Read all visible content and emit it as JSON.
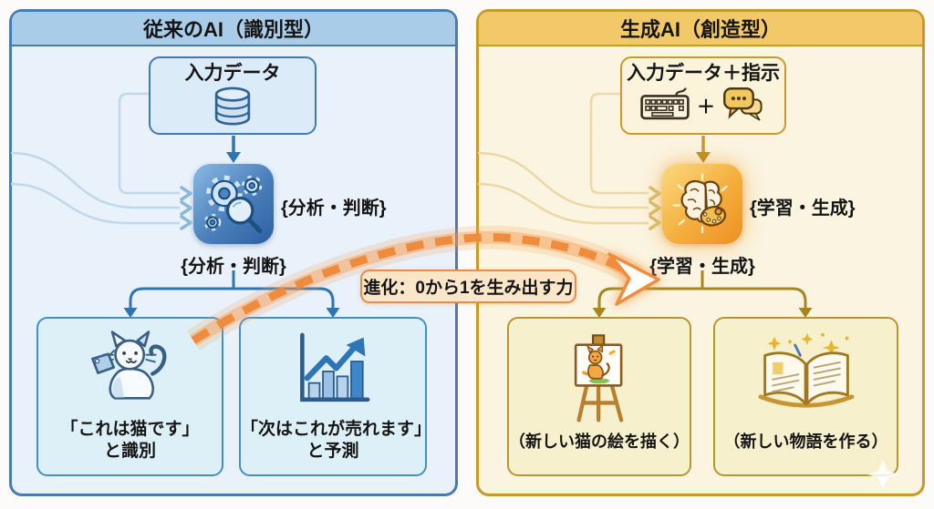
{
  "panels": {
    "left": {
      "title": "従来のAI（識別型）",
      "accent_color": "#2e75b6",
      "header_color": "#a9cce9",
      "input": {
        "label": "入力データ",
        "icon": "database-icon"
      },
      "process": {
        "icon": "gears-magnifier-icon",
        "side_label": "{分析・判断}",
        "below_label": "{分析・判断}"
      },
      "outputs": [
        {
          "icon": "cat-with-tag-icon",
          "line1": "「これは猫です」",
          "line2": "と識別"
        },
        {
          "icon": "rising-chart-icon",
          "line1": "「次はこれが売れます」",
          "line2": "と予測"
        }
      ]
    },
    "right": {
      "title": "生成AI（創造型）",
      "accent_color": "#c9992a",
      "header_color": "#f2c868",
      "input": {
        "label": "入力データ＋指示",
        "icons": [
          "keyboard-icon",
          "chat-bubbles-icon"
        ],
        "plus": "＋"
      },
      "process": {
        "icon": "brain-palette-icon",
        "side_label": "{学習・生成}",
        "below_label": "{学習・生成}"
      },
      "outputs": [
        {
          "icon": "easel-cat-painting-icon",
          "line1": "（新しい猫の絵を描く）"
        },
        {
          "icon": "open-book-sparkles-icon",
          "line1": "（新しい物語を作る）"
        }
      ]
    }
  },
  "evolution": {
    "label": "進化：0から1を生み出す力",
    "arrow_color": "#ee8b3c"
  }
}
